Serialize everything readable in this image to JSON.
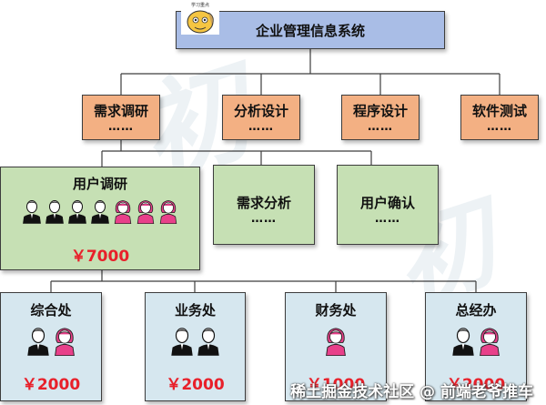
{
  "root": {
    "title": "企业管理信息系统",
    "logo_text": "学习重点"
  },
  "level1": [
    {
      "label": "需求调研",
      "dots": "……"
    },
    {
      "label": "分析设计",
      "dots": "……"
    },
    {
      "label": "程序设计",
      "dots": "……"
    },
    {
      "label": "软件测试",
      "dots": "……"
    }
  ],
  "level2": [
    {
      "label": "用户调研",
      "money": "￥7000",
      "people": [
        "male",
        "male",
        "male",
        "male",
        "female",
        "female",
        "female"
      ]
    },
    {
      "label": "需求分析",
      "dots": "……"
    },
    {
      "label": "用户确认",
      "dots": "……"
    }
  ],
  "level3": [
    {
      "label": "综合处",
      "money": "￥2000",
      "people": [
        "male",
        "female"
      ]
    },
    {
      "label": "业务处",
      "money": "￥2000",
      "people": [
        "male",
        "male"
      ]
    },
    {
      "label": "财务处",
      "money": "￥1000",
      "people": [
        "female"
      ]
    },
    {
      "label": "总经办",
      "money": "￥2000",
      "people": [
        "male",
        "female"
      ]
    }
  ],
  "footer": "稀土掘金技术社区 @ 前端老爷推车",
  "colors": {
    "root": "#a9bde6",
    "level1": "#f3b083",
    "level2": "#c6e0b4",
    "level3": "#d6e7ef",
    "money": "#e8202a",
    "female": "#e8408a"
  }
}
